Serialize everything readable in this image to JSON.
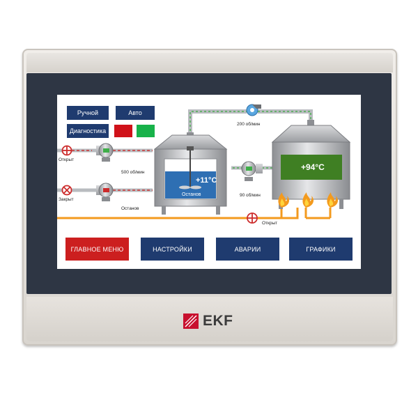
{
  "modes": {
    "manual": "Ручной",
    "auto": "Авто",
    "diagnostics": "Диагностика"
  },
  "status_colors": {
    "indicator_1": "#d0121a",
    "indicator_2": "#18b24a"
  },
  "valves": {
    "top": {
      "state": "Открыт",
      "speed": "500 об/мин"
    },
    "bottom": {
      "state": "Закрыт",
      "pump_state": "Останов"
    }
  },
  "tank_left": {
    "temperature": "+11°C",
    "state": "Останов",
    "fill_color": "#2e6fb3"
  },
  "pump_middle": {
    "speed": "90 об/мин"
  },
  "fan_top": {
    "speed": "200 об/мин"
  },
  "tank_right": {
    "temperature": "+94°C",
    "fill_color": "#3f7f23"
  },
  "valve_bottom_main": {
    "state": "Открыт"
  },
  "nav": {
    "main_menu": "ГЛАВНОЕ МЕНЮ",
    "settings": "НАСТРОЙКИ",
    "alarms": "АВАРИИ",
    "charts": "ГРАФИКИ"
  },
  "colors": {
    "nav_active": "#cc1f1f",
    "nav_default": "#1f3b6f",
    "bezel": "#2e3644"
  },
  "brand": {
    "name": "EKF"
  }
}
